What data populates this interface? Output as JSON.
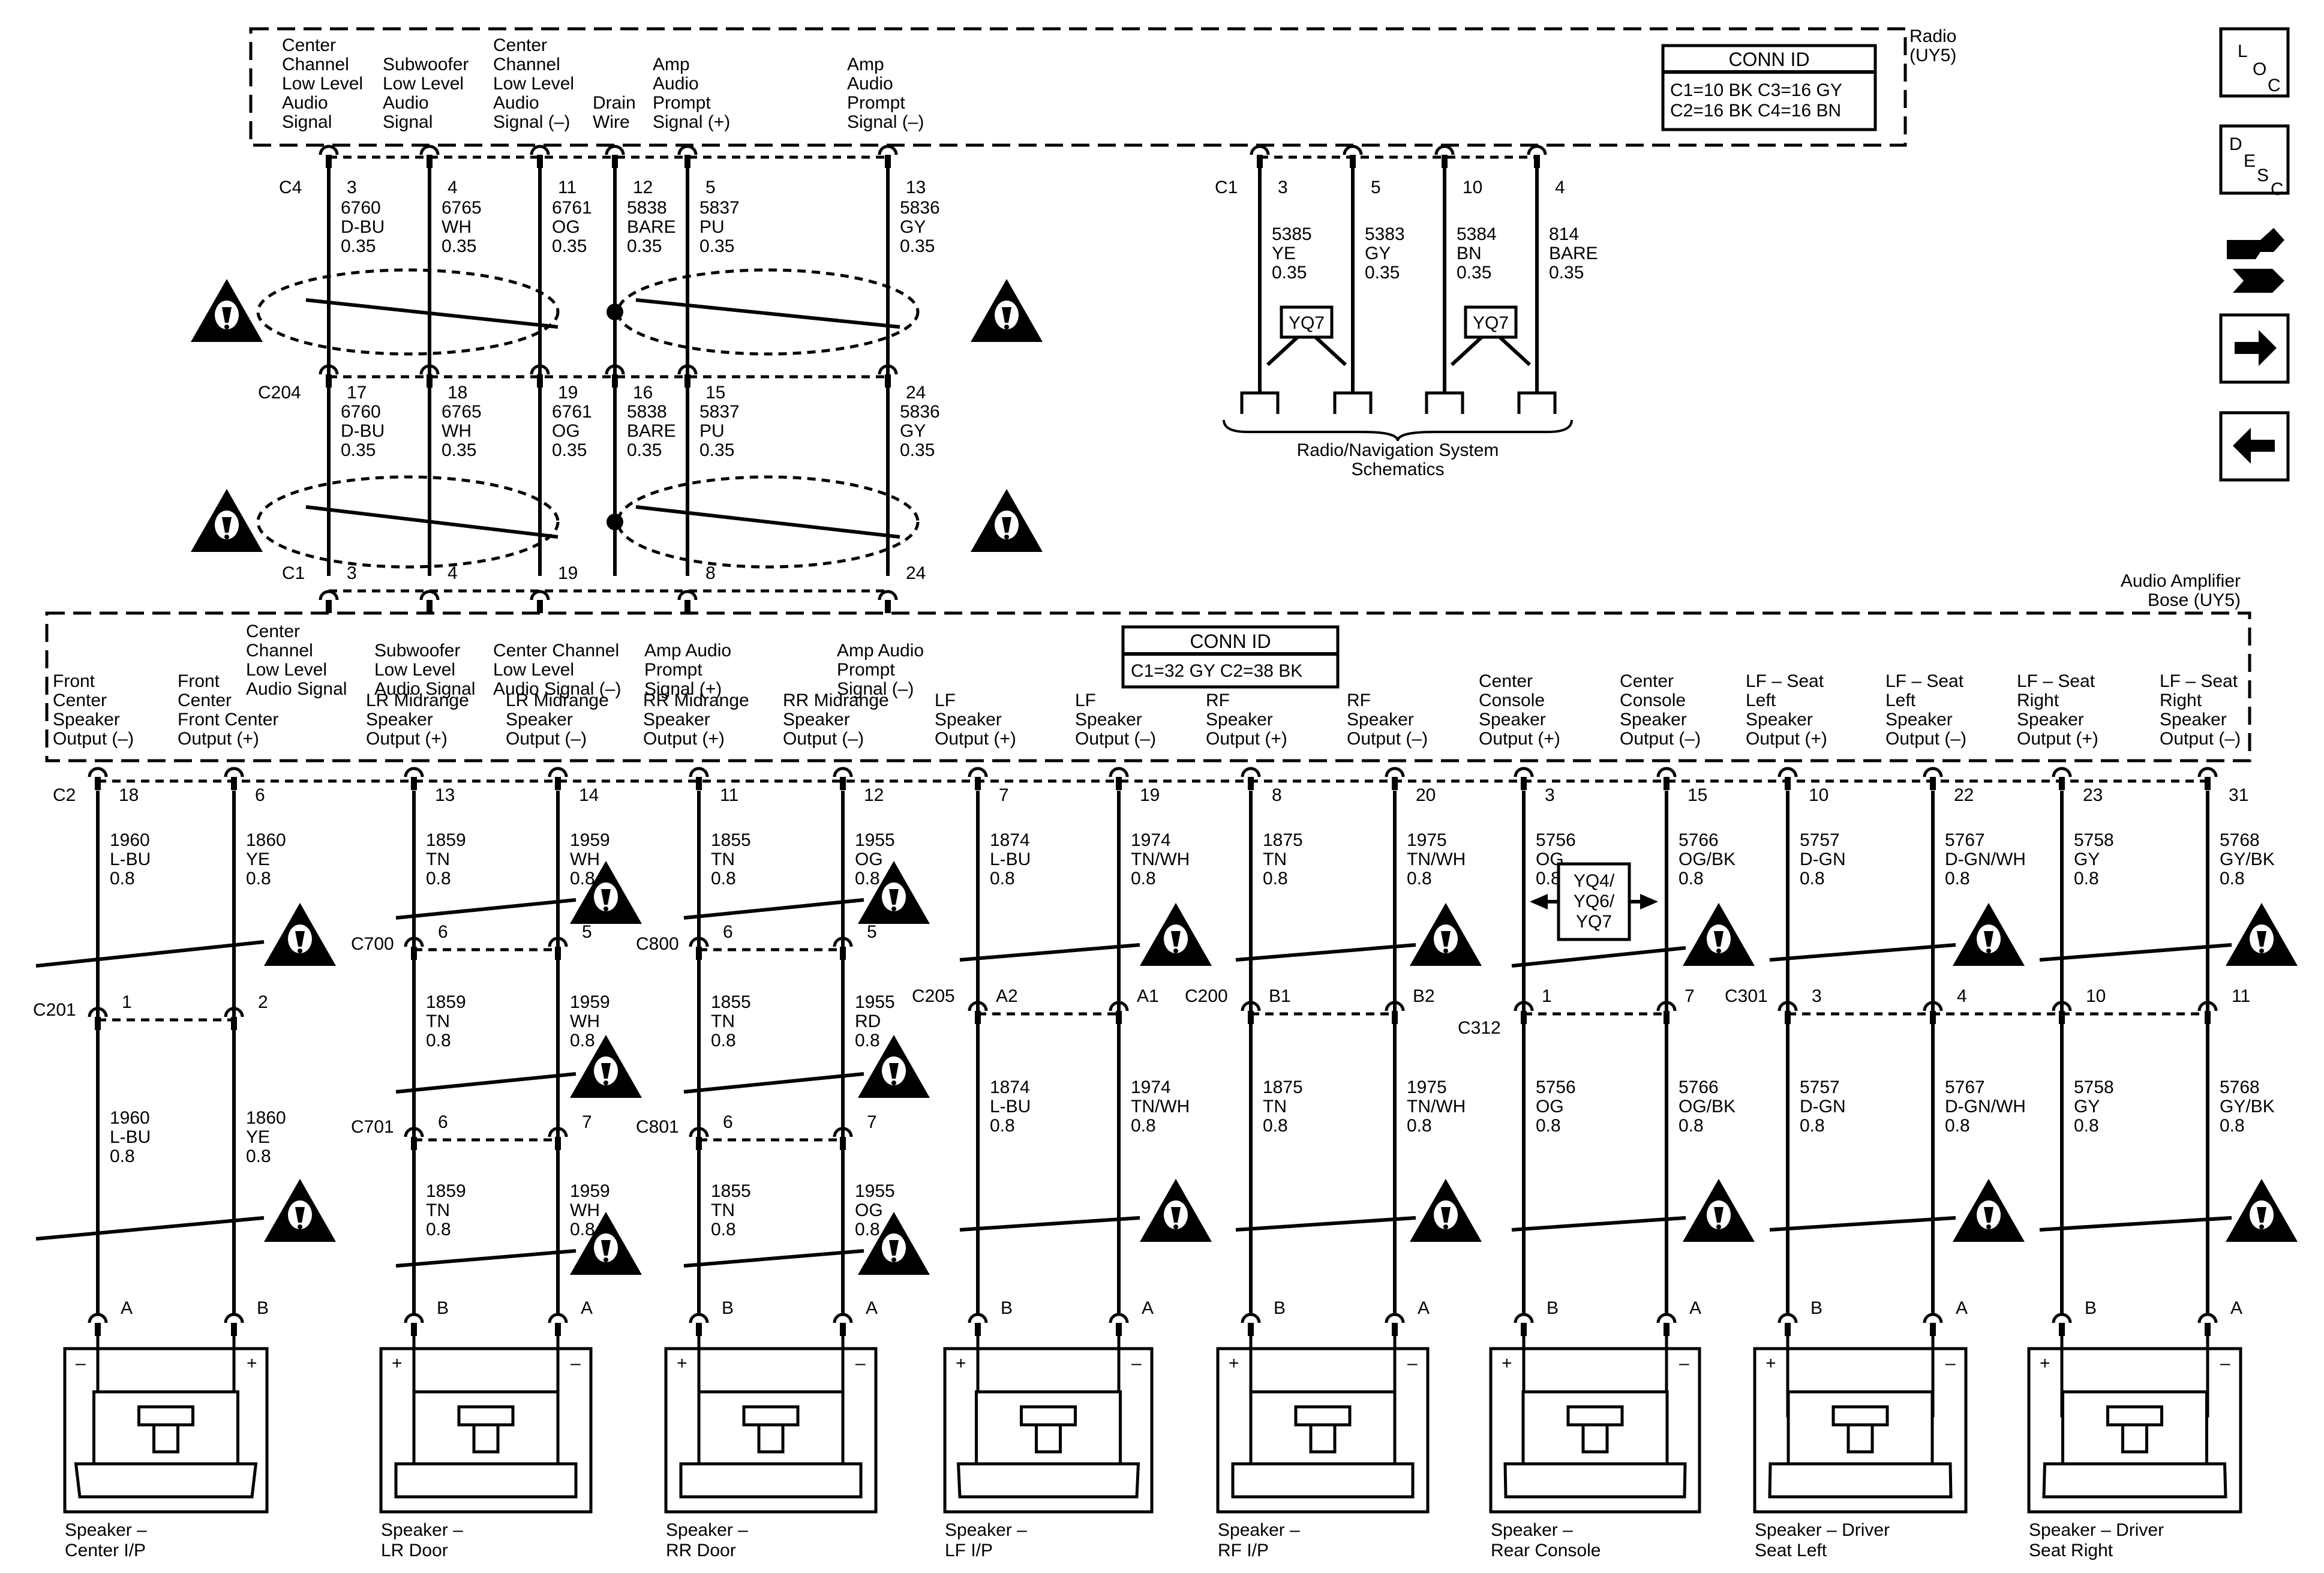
{
  "radio": {
    "name": "Radio (UY5)",
    "conn_id": {
      "title": "CONN ID",
      "line1": "C1=10 BK  C3=16 GY",
      "line2": "C2=16 BK  C4=16 BN"
    },
    "signals": [
      {
        "lines": [
          "Center",
          "Channel",
          "Low Level",
          "Audio",
          "Signal"
        ]
      },
      {
        "lines": [
          "Subwoofer",
          "Low Level",
          "Audio",
          "Signal"
        ]
      },
      {
        "lines": [
          "Center",
          "Channel",
          "Low Level",
          "Audio",
          "Signal (–)"
        ]
      },
      {
        "lines": [
          "Drain",
          "Wire"
        ]
      },
      {
        "lines": [
          "Amp",
          "Audio",
          "Prompt",
          "Signal (+)"
        ]
      },
      {
        "lines": [
          "Amp",
          "Audio",
          "Prompt",
          "Signal (–)"
        ]
      }
    ],
    "c4": {
      "id": "C4",
      "wires": [
        {
          "pin": "3",
          "circuit": "6760",
          "color": "D-BU",
          "gauge": "0.35"
        },
        {
          "pin": "4",
          "circuit": "6765",
          "color": "WH",
          "gauge": "0.35"
        },
        {
          "pin": "11",
          "circuit": "6761",
          "color": "OG",
          "gauge": "0.35"
        },
        {
          "pin": "12",
          "circuit": "5838",
          "color": "BARE",
          "gauge": "0.35"
        },
        {
          "pin": "5",
          "circuit": "5837",
          "color": "PU",
          "gauge": "0.35"
        },
        {
          "pin": "13",
          "circuit": "5836",
          "color": "GY",
          "gauge": "0.35"
        }
      ]
    },
    "c1": {
      "id": "C1",
      "wires": [
        {
          "pin": "3",
          "circuit": "5385",
          "color": "YE",
          "gauge": "0.35"
        },
        {
          "pin": "5",
          "circuit": "5383",
          "color": "GY",
          "gauge": "0.35"
        },
        {
          "pin": "10",
          "circuit": "5384",
          "color": "BN",
          "gauge": "0.35"
        },
        {
          "pin": "4",
          "circuit": "814",
          "color": "BARE",
          "gauge": "0.35"
        }
      ],
      "option_tags": [
        "YQ7",
        "YQ7"
      ],
      "ref_lines": [
        "Radio/Navigation System",
        "Schematics"
      ]
    }
  },
  "c204": {
    "id": "C204",
    "wires": [
      {
        "pin": "17",
        "circuit": "6760",
        "color": "D-BU",
        "gauge": "0.35"
      },
      {
        "pin": "18",
        "circuit": "6765",
        "color": "WH",
        "gauge": "0.35"
      },
      {
        "pin": "19",
        "circuit": "6761",
        "color": "OG",
        "gauge": "0.35"
      },
      {
        "pin": "16",
        "circuit": "5838",
        "color": "BARE",
        "gauge": "0.35"
      },
      {
        "pin": "15",
        "circuit": "5837",
        "color": "PU",
        "gauge": "0.35"
      },
      {
        "pin": "24",
        "circuit": "5836",
        "color": "GY",
        "gauge": "0.35"
      }
    ]
  },
  "amp_c1": {
    "id": "C1",
    "pins": [
      "3",
      "4",
      "19",
      "8",
      "24"
    ]
  },
  "amplifier": {
    "name_lines": [
      "Audio Amplifier",
      "Bose (UY5)"
    ],
    "conn_id": {
      "title": "CONN ID",
      "line1": "C1=32 GY  C2=38 BK"
    },
    "top_signals": [
      {
        "lines": [
          "Center",
          "Channel",
          "Low Level",
          "Audio Signal"
        ]
      },
      {
        "lines": [
          "Subwoofer",
          "Low Level",
          "Audio Signal"
        ]
      },
      {
        "lines": [
          "Center Channel",
          "Low Level",
          "Audio Signal (–)"
        ]
      },
      {
        "lines": [
          "Amp Audio",
          "Prompt",
          "Signal (+)"
        ]
      },
      {
        "lines": [
          "Amp Audio",
          "Prompt",
          "Signal (–)"
        ]
      }
    ],
    "outputs": [
      {
        "lines": [
          "Front",
          "Center",
          "Speaker",
          "Output (–)"
        ]
      },
      {
        "lines": [
          "Front",
          "Center",
          "Front Center",
          "Output (+)"
        ]
      },
      {
        "lines": [
          "LR Midrange",
          "Speaker",
          "Output (+)"
        ]
      },
      {
        "lines": [
          "LR Midrange",
          "Speaker",
          "Output (–)"
        ]
      },
      {
        "lines": [
          "RR Midrange",
          "Speaker",
          "Output (+)"
        ]
      },
      {
        "lines": [
          "RR Midrange",
          "Speaker",
          "Output (–)"
        ]
      },
      {
        "lines": [
          "LF",
          "Speaker",
          "Output (+)"
        ]
      },
      {
        "lines": [
          "LF",
          "Speaker",
          "Output (–)"
        ]
      },
      {
        "lines": [
          "RF",
          "Speaker",
          "Output (+)"
        ]
      },
      {
        "lines": [
          "RF",
          "Speaker",
          "Output (–)"
        ]
      },
      {
        "lines": [
          "Center",
          "Console",
          "Speaker",
          "Output (+)"
        ]
      },
      {
        "lines": [
          "Center",
          "Console",
          "Speaker",
          "Output (–)"
        ]
      },
      {
        "lines": [
          "LF – Seat",
          "Left",
          "Speaker",
          "Output (+)"
        ]
      },
      {
        "lines": [
          "LF – Seat",
          "Left",
          "Speaker",
          "Output (–)"
        ]
      },
      {
        "lines": [
          "LF – Seat",
          "Right",
          "Speaker",
          "Output (+)"
        ]
      },
      {
        "lines": [
          "LF – Seat",
          "Right",
          "Speaker",
          "Output (–)"
        ]
      }
    ],
    "c2_id": "C2",
    "c2_pins": [
      "18",
      "6",
      "13",
      "14",
      "11",
      "12",
      "7",
      "19",
      "8",
      "20",
      "3",
      "15",
      "10",
      "22",
      "23",
      "31"
    ]
  },
  "wires_upper": [
    {
      "circuit": "1960",
      "color": "L-BU",
      "gauge": "0.8"
    },
    {
      "circuit": "1860",
      "color": "YE",
      "gauge": "0.8"
    },
    {
      "circuit": "1859",
      "color": "TN",
      "gauge": "0.8"
    },
    {
      "circuit": "1959",
      "color": "WH",
      "gauge": "0.8"
    },
    {
      "circuit": "1855",
      "color": "TN",
      "gauge": "0.8"
    },
    {
      "circuit": "1955",
      "color": "OG",
      "gauge": "0.8"
    },
    {
      "circuit": "1874",
      "color": "L-BU",
      "gauge": "0.8"
    },
    {
      "circuit": "1974",
      "color": "TN/WH",
      "gauge": "0.8"
    },
    {
      "circuit": "1875",
      "color": "TN",
      "gauge": "0.8"
    },
    {
      "circuit": "1975",
      "color": "TN/WH",
      "gauge": "0.8"
    },
    {
      "circuit": "5756",
      "color": "OG",
      "gauge": "0.8"
    },
    {
      "circuit": "5766",
      "color": "OG/BK",
      "gauge": "0.8"
    },
    {
      "circuit": "5757",
      "color": "D-GN",
      "gauge": "0.8"
    },
    {
      "circuit": "5767",
      "color": "D-GN/WH",
      "gauge": "0.8"
    },
    {
      "circuit": "5758",
      "color": "GY",
      "gauge": "0.8"
    },
    {
      "circuit": "5768",
      "color": "GY/BK",
      "gauge": "0.8"
    }
  ],
  "console_option_tag": [
    "YQ4/",
    "YQ6/",
    "YQ7"
  ],
  "inline_connectors": [
    {
      "id": "C201",
      "pins": [
        "1",
        "2"
      ]
    },
    {
      "id": "C700",
      "pins": [
        "6",
        "5"
      ]
    },
    {
      "id": "C800",
      "pins": [
        "6",
        "5"
      ]
    },
    {
      "id": "C205",
      "pins": [
        "A2",
        "A1"
      ]
    },
    {
      "id": "C200",
      "pins": [
        "B1",
        "B2"
      ]
    },
    {
      "id": "C312",
      "pins": [
        "1",
        "7"
      ]
    },
    {
      "id": "C301",
      "pins": [
        "3",
        "4",
        "10",
        "11"
      ]
    },
    {
      "id": "C701",
      "pins": [
        "6",
        "7"
      ]
    },
    {
      "id": "C801",
      "pins": [
        "6",
        "7"
      ]
    }
  ],
  "wires_mid": [
    {
      "circuit": "1960",
      "color": "L-BU",
      "gauge": "0.8"
    },
    {
      "circuit": "1860",
      "color": "YE",
      "gauge": "0.8"
    },
    {
      "circuit": "1859",
      "color": "TN",
      "gauge": "0.8"
    },
    {
      "circuit": "1959",
      "color": "WH",
      "gauge": "0.8"
    },
    {
      "circuit": "1855",
      "color": "TN",
      "gauge": "0.8"
    },
    {
      "circuit": "1955",
      "color": "RD",
      "gauge": "0.8"
    },
    {
      "circuit": "1874",
      "color": "L-BU",
      "gauge": "0.8"
    },
    {
      "circuit": "1974",
      "color": "TN/WH",
      "gauge": "0.8"
    },
    {
      "circuit": "1875",
      "color": "TN",
      "gauge": "0.8"
    },
    {
      "circuit": "1975",
      "color": "TN/WH",
      "gauge": "0.8"
    },
    {
      "circuit": "5756",
      "color": "OG",
      "gauge": "0.8"
    },
    {
      "circuit": "5766",
      "color": "OG/BK",
      "gauge": "0.8"
    },
    {
      "circuit": "5757",
      "color": "D-GN",
      "gauge": "0.8"
    },
    {
      "circuit": "5767",
      "color": "D-GN/WH",
      "gauge": "0.8"
    },
    {
      "circuit": "5758",
      "color": "GY",
      "gauge": "0.8"
    },
    {
      "circuit": "5768",
      "color": "GY/BK",
      "gauge": "0.8"
    }
  ],
  "wires_door_lower": [
    {
      "circuit": "1859",
      "color": "TN",
      "gauge": "0.8"
    },
    {
      "circuit": "1959",
      "color": "WH",
      "gauge": "0.8"
    },
    {
      "circuit": "1855",
      "color": "TN",
      "gauge": "0.8"
    },
    {
      "circuit": "1955",
      "color": "OG",
      "gauge": "0.8"
    }
  ],
  "speakers": [
    {
      "name_lines": [
        "Speaker –",
        "Center I/P"
      ],
      "pins": [
        "A",
        "B"
      ],
      "pol": [
        "–",
        "+"
      ]
    },
    {
      "name_lines": [
        "Speaker –",
        "LR Door"
      ],
      "pins": [
        "B",
        "A"
      ],
      "pol": [
        "+",
        "–"
      ]
    },
    {
      "name_lines": [
        "Speaker –",
        "RR Door"
      ],
      "pins": [
        "B",
        "A"
      ],
      "pol": [
        "+",
        "–"
      ]
    },
    {
      "name_lines": [
        "Speaker –",
        "LF I/P"
      ],
      "pins": [
        "B",
        "A"
      ],
      "pol": [
        "+",
        "–"
      ]
    },
    {
      "name_lines": [
        "Speaker –",
        "RF I/P"
      ],
      "pins": [
        "B",
        "A"
      ],
      "pol": [
        "+",
        "–"
      ]
    },
    {
      "name_lines": [
        "Speaker –",
        "Rear Console"
      ],
      "pins": [
        "B",
        "A"
      ],
      "pol": [
        "+",
        "–"
      ]
    },
    {
      "name_lines": [
        "Speaker – Driver",
        "Seat Left"
      ],
      "pins": [
        "B",
        "A"
      ],
      "pol": [
        "+",
        "–"
      ]
    },
    {
      "name_lines": [
        "Speaker – Driver",
        "Seat Right"
      ],
      "pins": [
        "B",
        "A"
      ],
      "pol": [
        "+",
        "–"
      ]
    }
  ],
  "nav": {
    "loc": [
      "L",
      "O",
      "C"
    ],
    "desc": [
      "D",
      "E",
      "S",
      "C"
    ],
    "icons": [
      "connector-icon",
      "forward-arrow-icon",
      "back-arrow-icon"
    ]
  }
}
